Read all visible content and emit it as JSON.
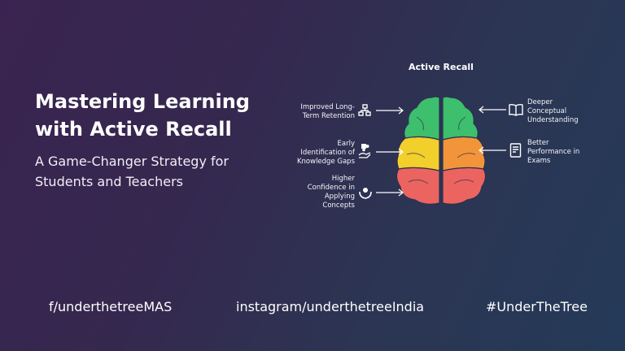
{
  "headline": {
    "title_line1": "Mastering Learning",
    "title_line2": "with Active Recall",
    "subtitle_line1": "A Game-Changer Strategy for",
    "subtitle_line2": "Students and Teachers"
  },
  "diagram": {
    "title": "Active Recall",
    "colors": {
      "green": "#3dbf6e",
      "yellow": "#f2cf2a",
      "orange": "#f2953a",
      "red": "#ec6460"
    },
    "left": [
      {
        "line1": "Improved Long-",
        "line2": "Term Retention",
        "icon": "flowchart-icon"
      },
      {
        "line1": "Early",
        "line2": "Identification of",
        "line3": "Knowledge Gaps",
        "icon": "puzzle-hand-icon"
      },
      {
        "line1": "Higher",
        "line2": "Confidence in",
        "line3": "Applying",
        "line4": "Concepts",
        "icon": "hands-support-icon"
      }
    ],
    "right": [
      {
        "line1": "Deeper",
        "line2": "Conceptual",
        "line3": "Understanding",
        "icon": "book-icon"
      },
      {
        "line1": "Better",
        "line2": "Performance in",
        "line3": "Exams",
        "icon": "exam-paper-icon"
      }
    ]
  },
  "footer": {
    "facebook": "f/underthetreeMAS",
    "instagram": "instagram/underthetreeIndia",
    "hashtag": "#UnderTheTree"
  }
}
